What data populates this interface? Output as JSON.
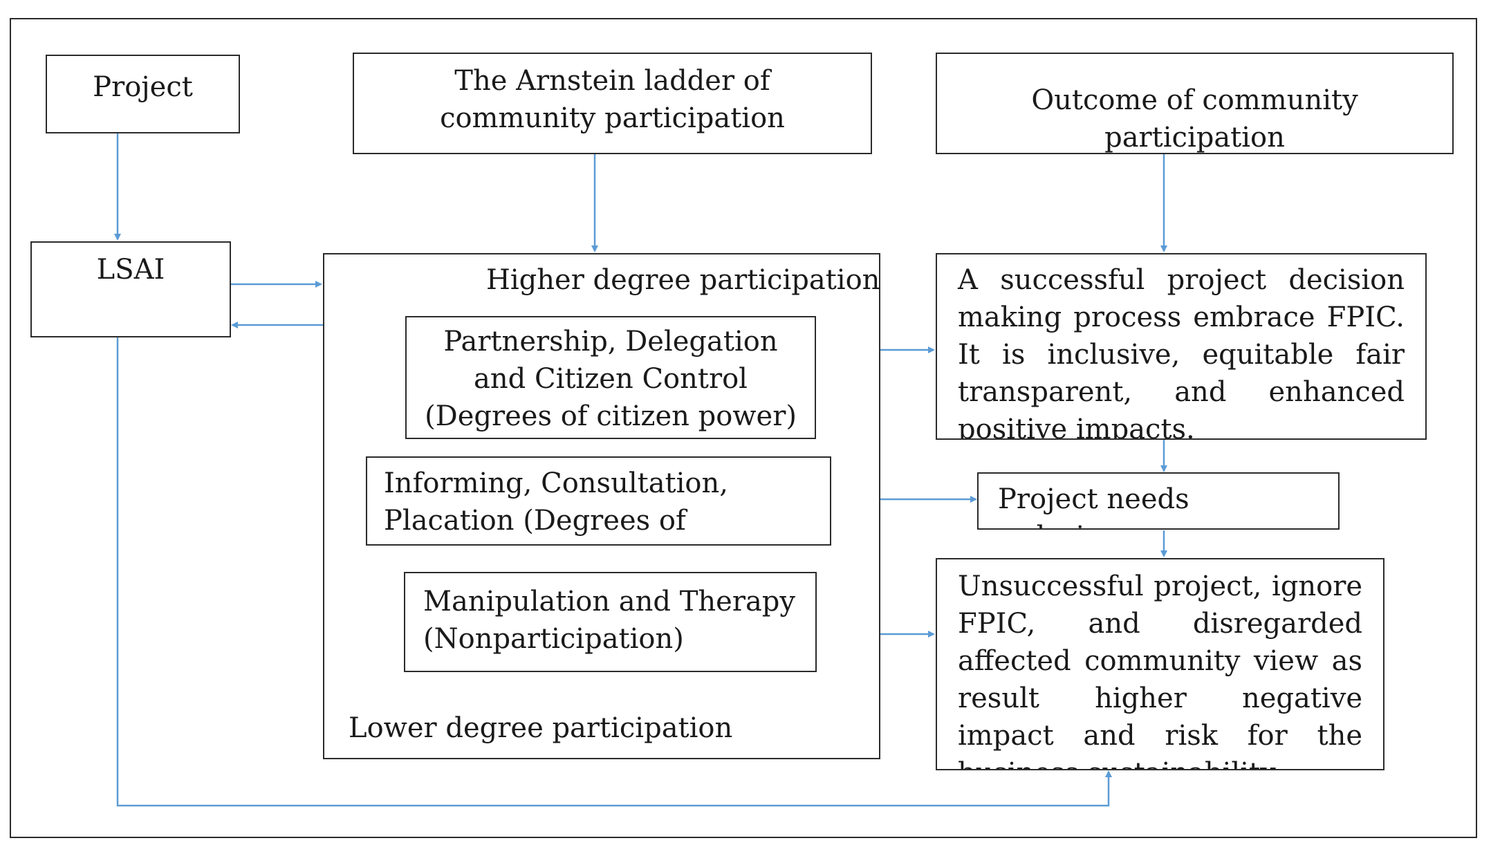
{
  "nodes": {
    "project": "Project",
    "arnstein": "The Arnstein ladder of community participation",
    "outcome": "Outcome of community participation",
    "lsai": "LSAI",
    "higher": "Higher degree participation",
    "lower": "Lower degree participation",
    "citizen_power": "Partnership, Delegation and Citizen Control (Degrees of citizen power)",
    "tokenism": "Informing, Consultation, Placation (Degrees of tokenism)",
    "nonparticipation": "Manipulation and Therapy (Nonparticipation)",
    "successful": "A successful project decision making process embrace FPIC. It is inclusive, equitable fair transparent, and enhanced positive impacts.",
    "redesign": "Project needs redesign",
    "unsuccessful": "Unsuccessful project, ignore FPIC, and disregarded affected community view as result higher negative impact and risk for the business sustainability."
  },
  "colors": {
    "arrow": "#5b9bd5",
    "border": "#2b2b2b",
    "text": "#1a1a1a"
  }
}
